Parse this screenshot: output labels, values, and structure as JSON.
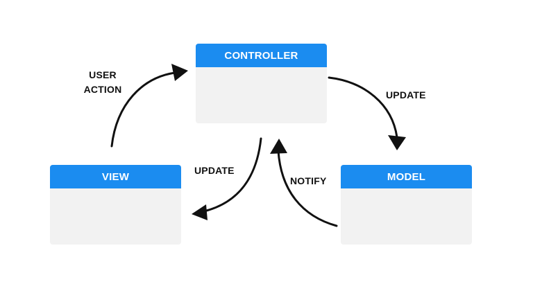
{
  "boxes": {
    "controller": {
      "title": "CONTROLLER"
    },
    "view": {
      "title": "VIEW"
    },
    "model": {
      "title": "MODEL"
    }
  },
  "labels": {
    "user_action_line1": "USER",
    "user_action_line2": "ACTION",
    "update_controller_to_model": "UPDATE",
    "update_controller_to_view": "UPDATE",
    "notify_model_to_controller": "NOTIFY"
  },
  "colors": {
    "header": "#1b8cf0",
    "box_body": "#f2f2f2",
    "arrow": "#111111"
  }
}
